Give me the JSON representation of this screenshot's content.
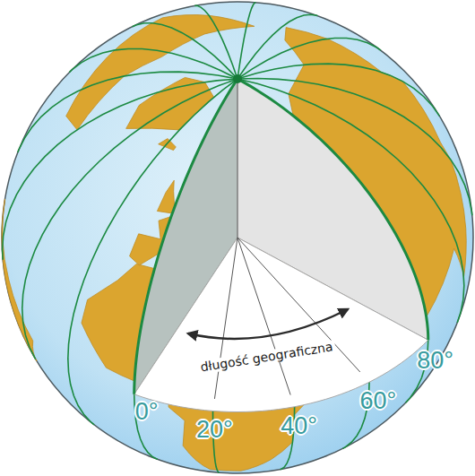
{
  "diagram": {
    "labels": [
      "długość geograficzna",
      "0°",
      "20°",
      "40°",
      "60°",
      "80°"
    ]
  }
}
